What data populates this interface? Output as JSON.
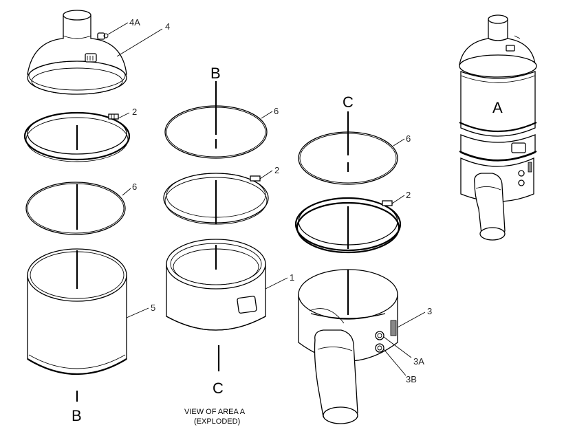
{
  "callouts": {
    "c4a": "4A",
    "c4": "4",
    "c2_left": "2",
    "c6_left": "6",
    "c5": "5",
    "c6_mid": "6",
    "c2_mid": "2",
    "c1": "1",
    "c6_right": "6",
    "c2_right": "2",
    "c3": "3",
    "c3a": "3A",
    "c3b": "3B"
  },
  "section_labels": {
    "b_bottom_left": "B",
    "b_top_mid": "B",
    "c_bottom_mid": "C",
    "c_top_right": "C",
    "a_assembled": "A"
  },
  "caption": {
    "line1": "VIEW OF AREA A",
    "line2": "(EXPLODED)"
  }
}
